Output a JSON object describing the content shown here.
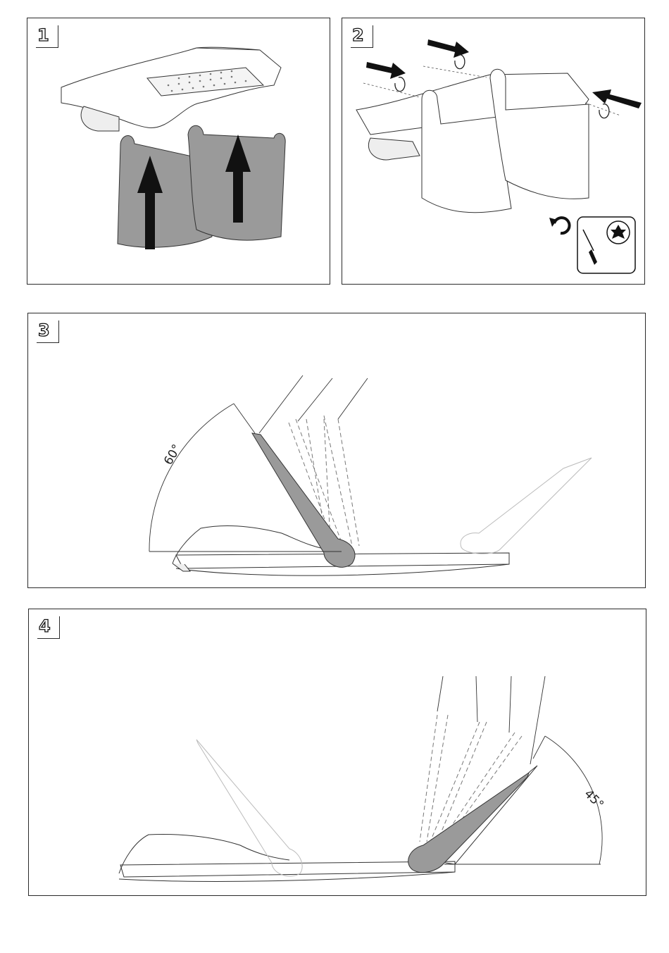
{
  "steps": [
    {
      "number": "1"
    },
    {
      "number": "2"
    },
    {
      "number": "3",
      "angle_label": "60°"
    },
    {
      "number": "4",
      "angle_label": "45°"
    }
  ],
  "icons": {
    "rotate": "clockwise-rotate-icon",
    "tool": "torx-screwdriver-icon"
  },
  "colors": {
    "outline": "#2a2a2a",
    "panel_fill": "#9a9a9a",
    "arrow": "#111111",
    "ghost": "#c8c8c8"
  }
}
